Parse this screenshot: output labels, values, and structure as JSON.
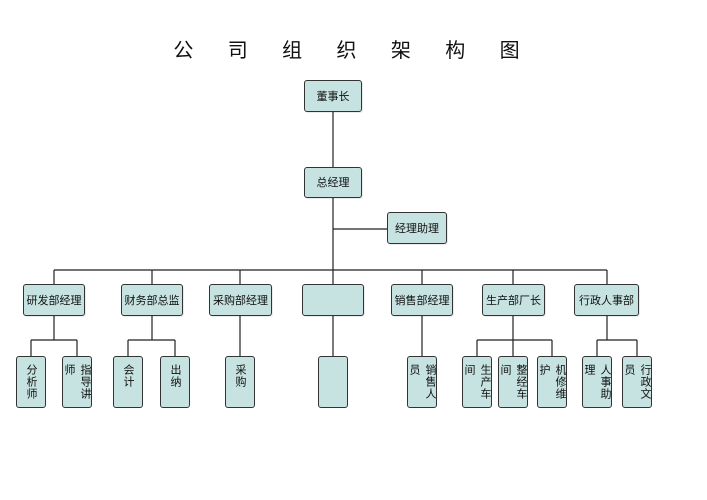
{
  "title": "公 司 组 织 架 构 图",
  "colors": {
    "box_fill": "#c6e2e1",
    "line": "#222222"
  },
  "nodes": {
    "chairman": "董事长",
    "gm": "总经理",
    "assistant": "经理助理",
    "depts": [
      "研发部经理",
      "财务部总监",
      "采购部经理",
      "",
      "销售部经理",
      "生产部厂长",
      "行政人事部"
    ],
    "staff": {
      "rd": [
        "分析师",
        "指导讲师"
      ],
      "fin": [
        "会计",
        "出纳"
      ],
      "pur": [
        "采购"
      ],
      "blank": [
        ""
      ],
      "sales": [
        "销售人员"
      ],
      "prod": [
        "生产车间",
        "整经车间",
        "机修维护"
      ],
      "hr": [
        "人事助理",
        "行政文员"
      ]
    }
  }
}
